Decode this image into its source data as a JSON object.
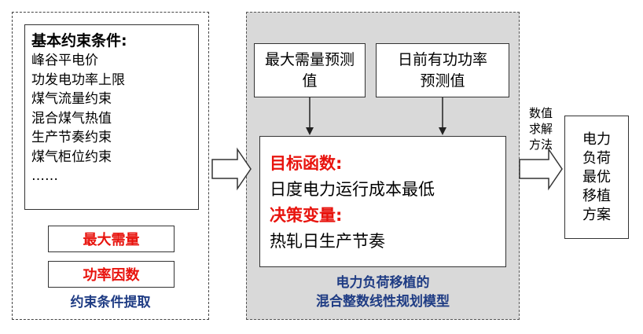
{
  "constraints": {
    "title": "基本约束条件:",
    "items": [
      "峰谷平电价",
      "功发电功率上限",
      "煤气流量约束",
      "混合煤气热值",
      "生产节奏约束",
      "煤气柜位约束",
      "……"
    ],
    "highlights": [
      "最大需量",
      "功率因数"
    ],
    "caption": "约束条件提取"
  },
  "model": {
    "inputs": [
      "最大需量预测值",
      "日前有功功率预测值"
    ],
    "objective_label": "目标函数:",
    "objective_text": "日度电力运行成本最低",
    "decision_label": "决策变量:",
    "decision_text": "热轧日生产节奏",
    "caption_line1": "电力负荷移植的",
    "caption_line2": "混合整数线性规划模型"
  },
  "solve": {
    "method_label": "数值求解方法",
    "result": "电力负荷最优移植方案"
  },
  "colors": {
    "highlight_red": "#e8140e",
    "caption_blue": "#1f3c84",
    "model_panel_gray": "#d9d9d9"
  }
}
